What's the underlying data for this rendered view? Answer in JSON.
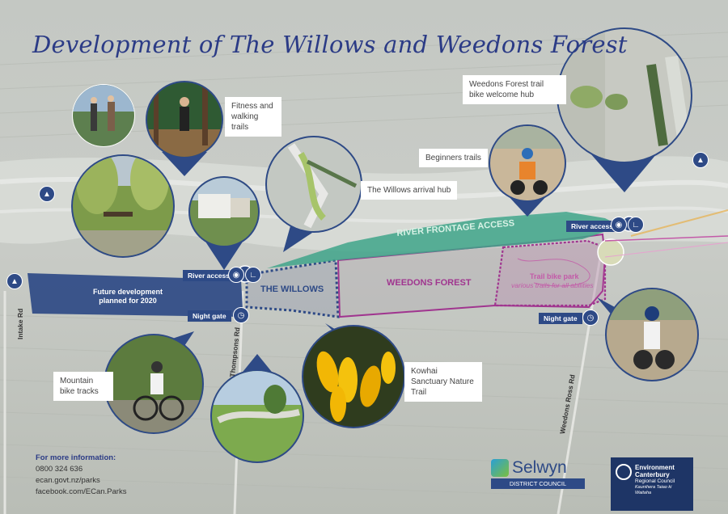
{
  "title": "Development of The Willows and Weedons Forest",
  "areas": {
    "future_development": "Future development planned for 2020",
    "the_willows": "THE WILLOWS",
    "weedons_forest": "WEEDONS FOREST",
    "river_frontage": "RIVER FRONTAGE ACCESS",
    "trail_bike_park_title": "Trail bike park",
    "trail_bike_park_sub": "various trails for all abilities"
  },
  "callouts": {
    "fitness": "Fitness and walking trails",
    "willows_hub": "The Willows arrival hub",
    "beginners": "Beginners trails",
    "weedons_hub": "Weedons Forest trail bike welcome hub",
    "mountain": "Mountain bike tracks",
    "kowhai": "Kowhai Sanctuary Nature Trail"
  },
  "badges": {
    "river_access_left": "River access",
    "river_access_right": "River access",
    "night_gate_left": "Night gate",
    "night_gate_right": "Night gate"
  },
  "roads": {
    "intake": "Intake Rd",
    "thompsons": "Thompsons Rd",
    "weedons_ross": "Weedons Ross Rd"
  },
  "info": {
    "heading": "For more information:",
    "phone": "0800 324 636",
    "web": "ecan.govt.nz/parks",
    "facebook": "facebook.com/ECan.Parks"
  },
  "logos": {
    "selwyn_name": "Selwyn",
    "selwyn_sub": "DISTRICT COUNCIL",
    "ecan_l1": "Environment",
    "ecan_l2": "Canterbury",
    "ecan_l3": "Regional Council",
    "ecan_l4": "Kaunihera Taiao ki Waitaha"
  },
  "colors": {
    "navy": "#2e4a86",
    "frontage_green": "#3fa58a",
    "weedons_purple": "#a0358f",
    "bike_park_pink": "#c35aa8"
  }
}
